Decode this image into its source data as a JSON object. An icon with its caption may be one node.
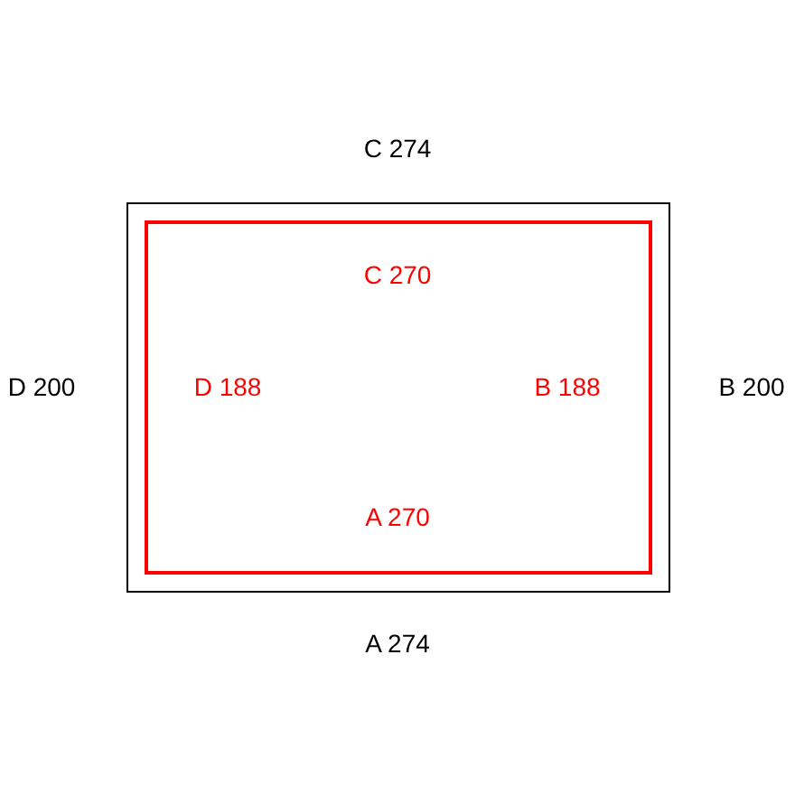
{
  "diagram": {
    "nodes": [
      {
        "text": [],
        "shape": "box"
      },
      {
        "text": [],
        "shape": "box",
        "in": 0
      }
    ],
    "labels": [
      "C 274",
      "C 270",
      "D 200",
      "D 188",
      "B 188",
      "B 200",
      "A 270",
      "A 274"
    ]
  }
}
